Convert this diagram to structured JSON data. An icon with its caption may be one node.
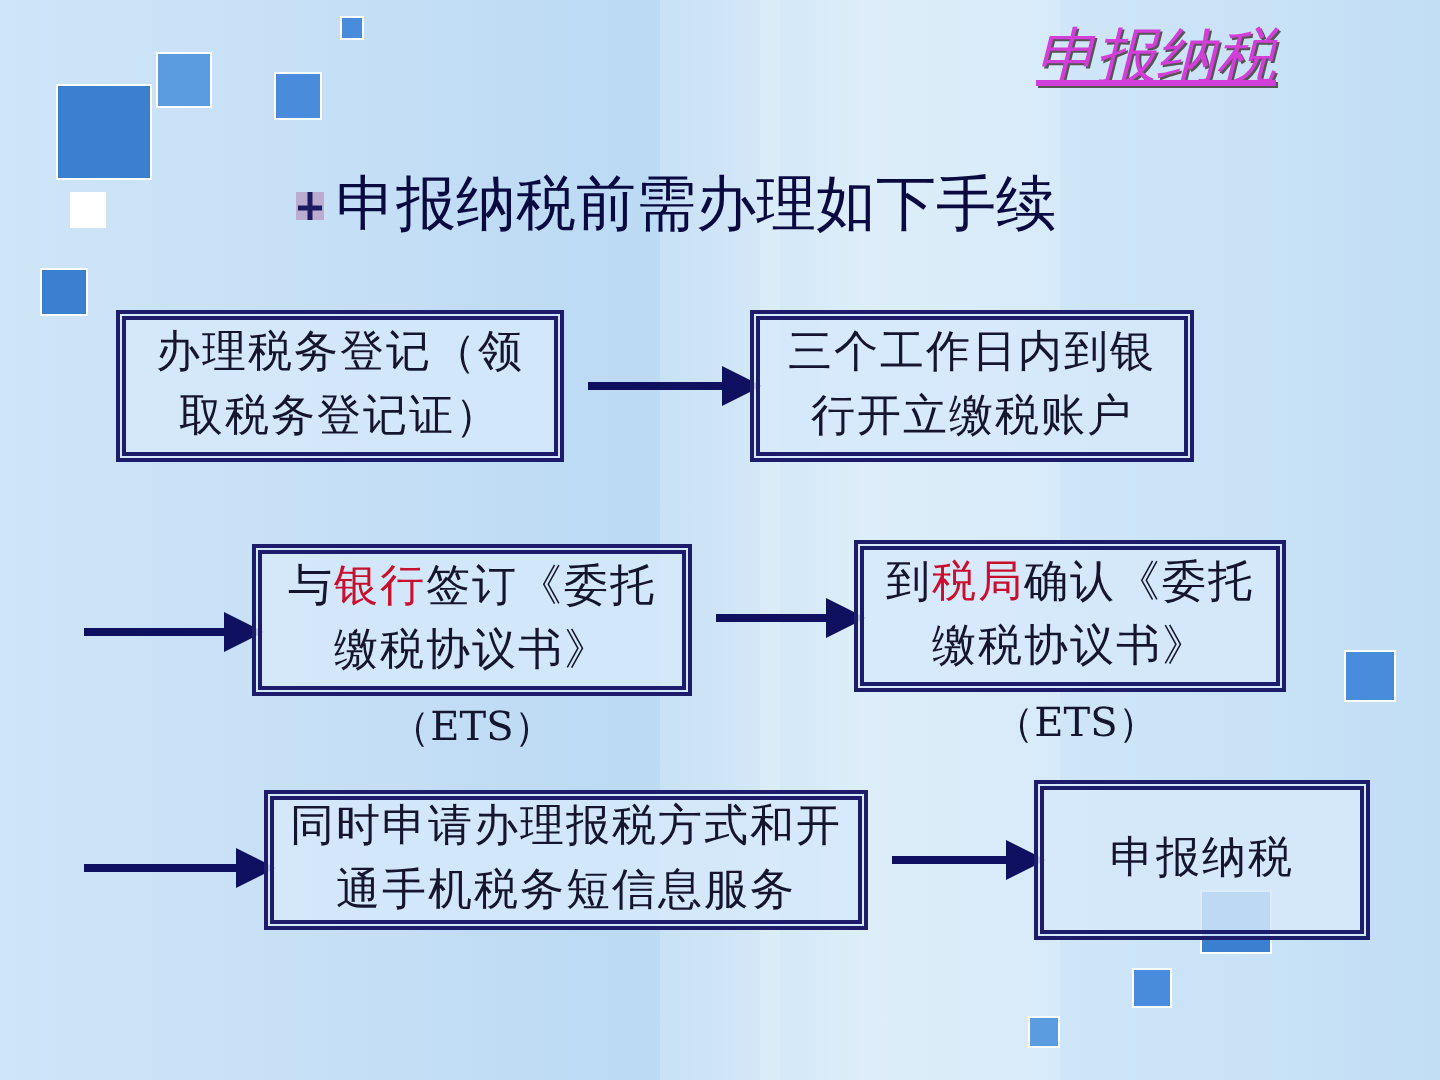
{
  "diagram": {
    "title": "申报纳税",
    "nodes": [
      {
        "text": [
          "办理税务登记（领取税务登记证）"
        ]
      },
      {
        "text": [
          "三个工作日内到银行开立缴税账户"
        ]
      },
      {
        "text": [
          "与**银行**签订《委托缴税协议书》"
        ],
        "beside": [
          "（ETS）"
        ]
      },
      {
        "text": [
          "到**税局**确认《委托缴税协议书》"
        ],
        "beside": [
          "（ETS）"
        ]
      },
      {
        "text": [
          "同时申请办理报税方式和开通手机税务短信息服务"
        ]
      },
      {
        "text": [
          "申报纳税"
        ]
      }
    ],
    "edges": [
      {
        "from": 0,
        "to": 1,
        "arrow": "to"
      },
      {
        "from": null,
        "to": 2,
        "arrow": "to"
      },
      {
        "from": 2,
        "to": 3,
        "arrow": "to"
      },
      {
        "from": null,
        "to": 4,
        "arrow": "to"
      },
      {
        "from": 4,
        "to": 5,
        "arrow": "to"
      }
    ],
    "labels": [
      "申报纳税前需办理如下手续"
    ]
  }
}
